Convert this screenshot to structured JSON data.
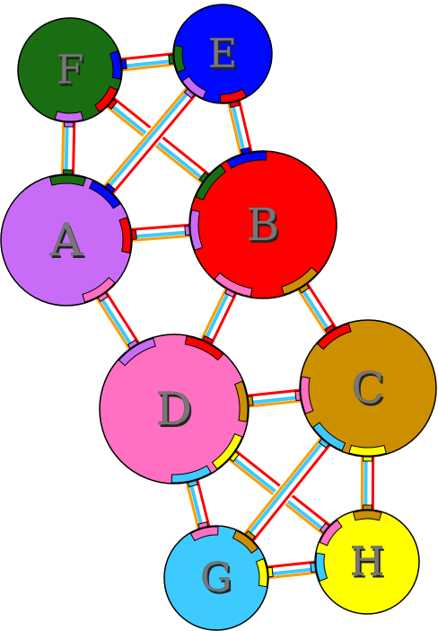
{
  "diagram": {
    "nodes": [
      {
        "id": "F",
        "label": "F",
        "color": "#1a6e12"
      },
      {
        "id": "E",
        "label": "E",
        "color": "#0008ff"
      },
      {
        "id": "A",
        "label": "A",
        "color": "#c86cf8"
      },
      {
        "id": "B",
        "label": "B",
        "color": "#ff0000"
      },
      {
        "id": "D",
        "label": "D",
        "color": "#ff6fc2"
      },
      {
        "id": "C",
        "label": "C",
        "color": "#cc8f00"
      },
      {
        "id": "G",
        "label": "G",
        "color": "#3ccaff"
      },
      {
        "id": "H",
        "label": "H",
        "color": "#ffff00"
      }
    ],
    "edges": [
      {
        "from": "F",
        "to": "E"
      },
      {
        "from": "F",
        "to": "A"
      },
      {
        "from": "F",
        "to": "B"
      },
      {
        "from": "E",
        "to": "A"
      },
      {
        "from": "E",
        "to": "B"
      },
      {
        "from": "A",
        "to": "B"
      },
      {
        "from": "A",
        "to": "D"
      },
      {
        "from": "B",
        "to": "D"
      },
      {
        "from": "B",
        "to": "C"
      },
      {
        "from": "D",
        "to": "C"
      },
      {
        "from": "D",
        "to": "G"
      },
      {
        "from": "D",
        "to": "H"
      },
      {
        "from": "C",
        "to": "G"
      },
      {
        "from": "C",
        "to": "H"
      },
      {
        "from": "G",
        "to": "H"
      }
    ],
    "edge_colors": {
      "outer_a": "#ff0000",
      "middle": "#ffffff",
      "inner": "#3ccaff",
      "outer_b": "#ff9c00"
    }
  }
}
